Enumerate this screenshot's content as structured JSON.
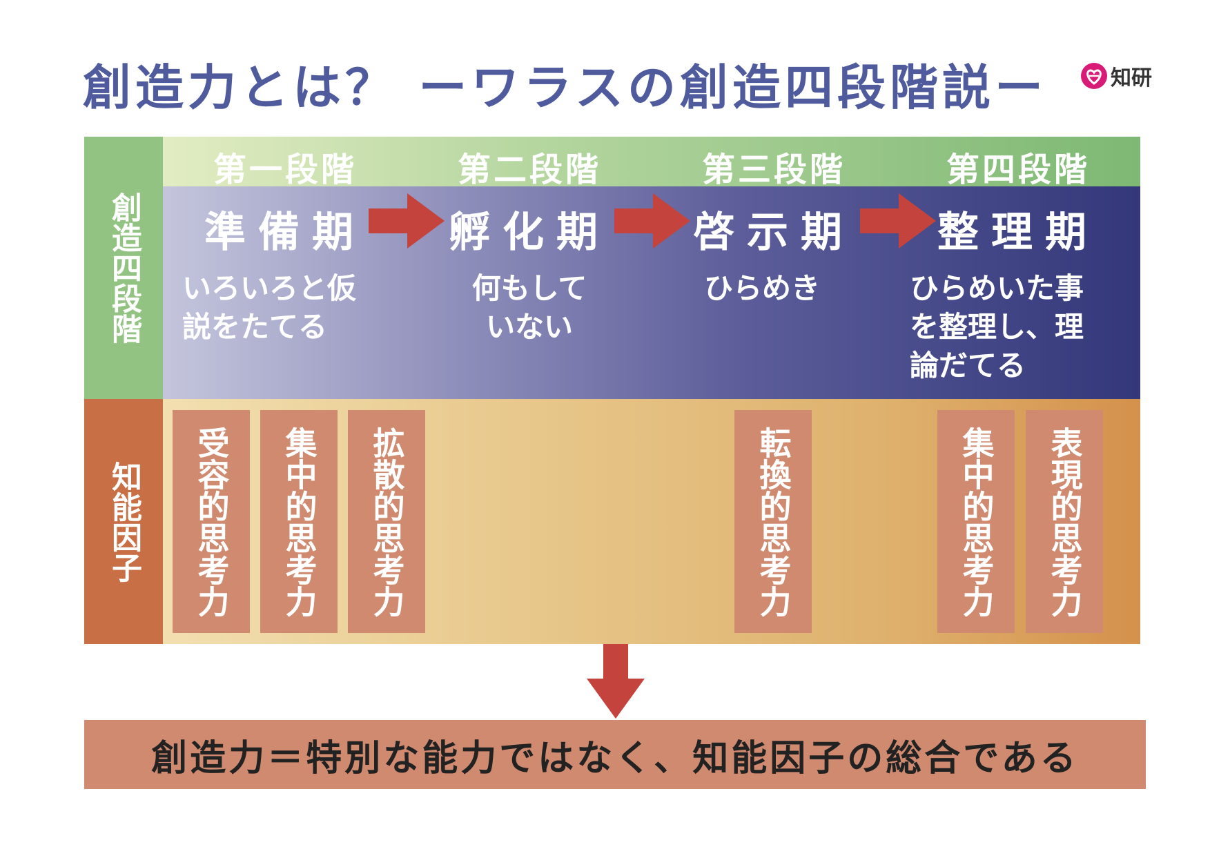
{
  "title": "創造力とは？ ーワラスの創造四段階説ー",
  "logo": {
    "text": "知研",
    "icon": "heart-logo-icon"
  },
  "row_labels": {
    "stages": "創造四段階",
    "factors": "知能因子"
  },
  "stages": [
    {
      "stage": "第一段階",
      "phase": "準備期",
      "description": "いろいろと仮\n説をたてる",
      "factors": [
        "受容的思考力",
        "集中的思考力",
        "拡散的思考力"
      ]
    },
    {
      "stage": "第二段階",
      "phase": "孵化期",
      "description": "何もして\nいない",
      "factors": []
    },
    {
      "stage": "第三段階",
      "phase": "啓示期",
      "description": "ひらめき",
      "factors": [
        "転換的思考力"
      ]
    },
    {
      "stage": "第四段階",
      "phase": "整理期",
      "description": "ひらめいた事\nを整理し、理\n論だてる",
      "factors": [
        "集中的思考力",
        "表現的思考力"
      ]
    }
  ],
  "conclusion": "創造力＝特別な能力ではなく、知能因子の総合である",
  "colors": {
    "title": "#4f5b9c",
    "header_green": "#93c382",
    "label_orange": "#c86f45",
    "factor_box": "#d08a70",
    "arrow_red": "#c4433d",
    "phase_band_dark": "#33387a"
  }
}
